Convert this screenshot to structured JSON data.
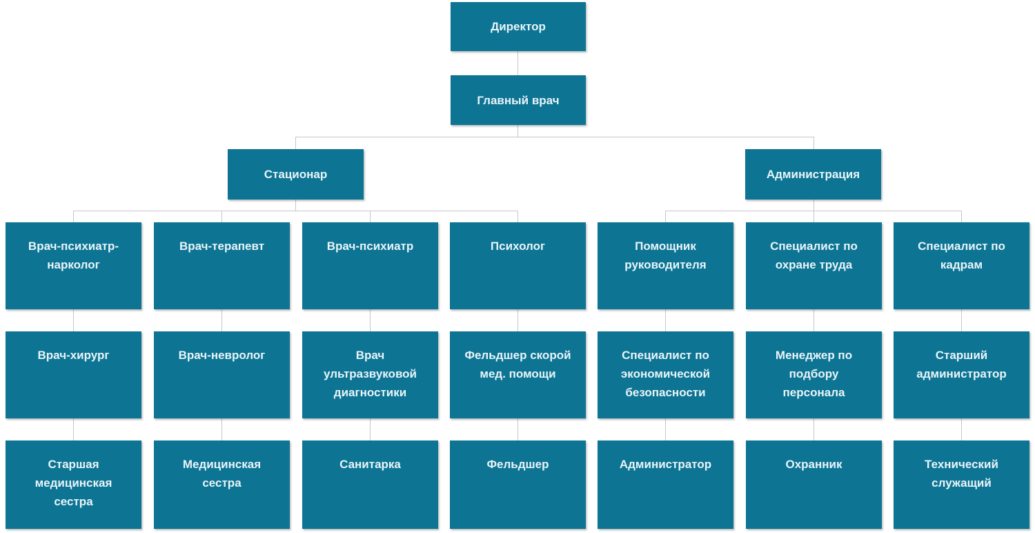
{
  "colors": {
    "box": "#0d7493",
    "text": "#e9f5f9",
    "line": "#c6c6c6",
    "background": "#ffffff"
  },
  "nodes": {
    "director": {
      "label": "Директор"
    },
    "chief_physician": {
      "label": "Главный врач"
    },
    "inpatient": {
      "label": "Стационар"
    },
    "administration": {
      "label": "Администрация"
    },
    "psychiatrist_narcologist": {
      "label": "Врач-психиатр-\nнарколог"
    },
    "therapist": {
      "label": "Врач-терапевт"
    },
    "psychiatrist": {
      "label": "Врач-психиатр"
    },
    "psychologist": {
      "label": "Психолог"
    },
    "assistant_to_head": {
      "label": "Помощник\nруководителя"
    },
    "labor_safety_specialist": {
      "label": "Специалист по\nохране труда"
    },
    "hr_specialist": {
      "label": "Специалист по\nкадрам"
    },
    "surgeon": {
      "label": "Врач-хирург"
    },
    "neurologist": {
      "label": "Врач-невролог"
    },
    "ultrasound_doctor": {
      "label": "Врач\nультразвуковой\nдиагностики"
    },
    "emergency_paramedic": {
      "label": "Фельдшер скорой\nмед. помощи"
    },
    "economic_security_specialist": {
      "label": "Специалист по\nэкономической\nбезопасности"
    },
    "recruiting_manager": {
      "label": "Менеджер по\nподбору\nперсонала"
    },
    "senior_administrator": {
      "label": "Старший\nадминистратор"
    },
    "head_nurse": {
      "label": "Старшая\nмедицинская\nсестра"
    },
    "nurse": {
      "label": "Медицинская\nсестра"
    },
    "orderly": {
      "label": "Санитарка"
    },
    "paramedic": {
      "label": "Фельдшер"
    },
    "administrator": {
      "label": "Администратор"
    },
    "guard": {
      "label": "Охранник"
    },
    "technical_worker": {
      "label": "Технический\nслужащий"
    }
  },
  "structure": {
    "director": [
      "chief_physician"
    ],
    "chief_physician": [
      "inpatient",
      "administration"
    ],
    "inpatient": [
      "psychiatrist_narcologist",
      "therapist",
      "psychiatrist",
      "psychologist"
    ],
    "administration": [
      "assistant_to_head",
      "labor_safety_specialist",
      "hr_specialist"
    ],
    "psychiatrist_narcologist": [
      "surgeon"
    ],
    "therapist": [
      "neurologist"
    ],
    "psychiatrist": [
      "ultrasound_doctor"
    ],
    "psychologist": [
      "emergency_paramedic"
    ],
    "assistant_to_head": [
      "economic_security_specialist"
    ],
    "labor_safety_specialist": [
      "recruiting_manager"
    ],
    "hr_specialist": [
      "senior_administrator"
    ],
    "surgeon": [
      "head_nurse"
    ],
    "neurologist": [
      "nurse"
    ],
    "ultrasound_doctor": [
      "orderly"
    ],
    "emergency_paramedic": [
      "paramedic"
    ],
    "economic_security_specialist": [
      "administrator"
    ],
    "recruiting_manager": [
      "guard"
    ],
    "senior_administrator": [
      "technical_worker"
    ]
  }
}
